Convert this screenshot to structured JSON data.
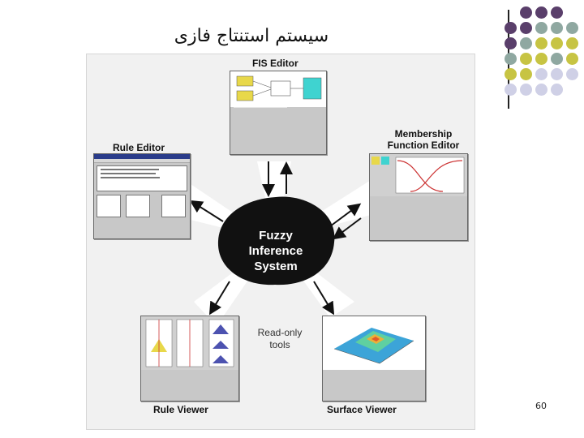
{
  "slide": {
    "title": "سیستم استنتاج فازی",
    "page_number": "60"
  },
  "diagram": {
    "center_line1": "Fuzzy",
    "center_line2": "Inference",
    "center_line3": "System",
    "fis_editor": "FIS Editor",
    "membership_line1": "Membership",
    "membership_line2": "Function Editor",
    "rule_editor": "Rule Editor",
    "rule_viewer": "Rule Viewer",
    "surface_viewer": "Surface Viewer",
    "readonly_line1": "Read-only",
    "readonly_line2": "tools"
  },
  "colors": {
    "purple": "#5a3f6b",
    "olive": "#c7c443",
    "teal": "#8fa8a1",
    "lavender": "#cfd0e6",
    "center_blob": "#111111",
    "window_title": "#2a3c8a"
  }
}
